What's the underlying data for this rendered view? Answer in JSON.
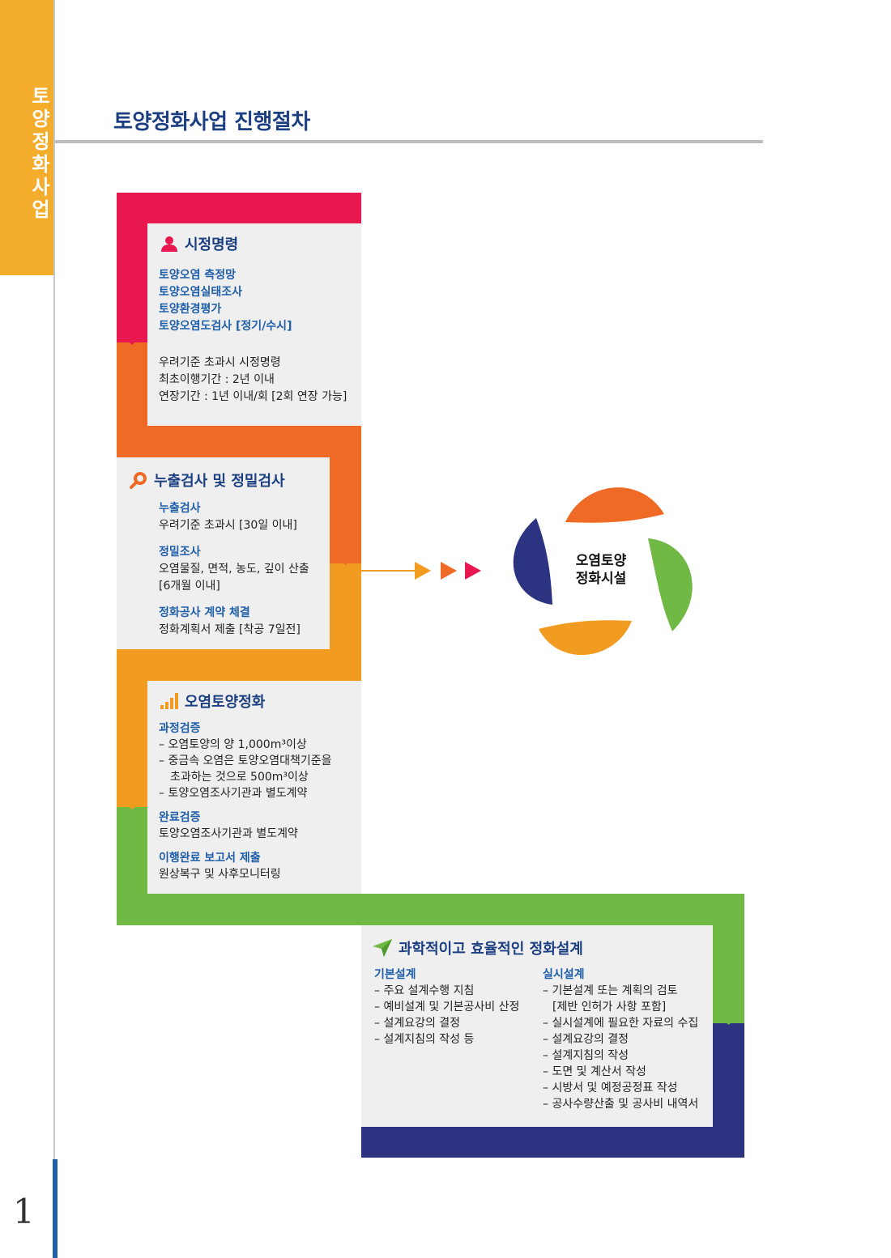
{
  "sidebar": {
    "label": "토양정화사업",
    "page_number": "1"
  },
  "page": {
    "title": "토양정화사업 진행절차"
  },
  "step1": {
    "title": "시정명령",
    "icon": "person-icon",
    "items": [
      "토양오염 측정망",
      "토양오염실태조사",
      "토양환경평가",
      "토양오염도검사 [정기/수시]"
    ],
    "details": [
      "우려기준 초과시 시정명령",
      "최초이행기간 : 2년 이내",
      "연장기간 : 1년 이내/회 [2회 연장 가능]"
    ]
  },
  "step2": {
    "title": "누출검사 및 정밀검사",
    "icon": "search-icon",
    "groups": [
      {
        "heading": "누출검사",
        "lines": [
          "우려기준 초과시 [30일 이내]"
        ]
      },
      {
        "heading": "정밀조사",
        "lines": [
          "오염물질, 면적, 농도, 깊이 산출",
          "[6개월 이내]"
        ]
      },
      {
        "heading": "정화공사 계약 체결",
        "lines": [
          "정화계획서 제출 [착공 7일전]"
        ]
      }
    ]
  },
  "step3": {
    "title": "오염토양정화",
    "icon": "bar-chart-icon",
    "groups": [
      {
        "heading": "과정검증",
        "lines": [
          "– 오염토양의 양 1,000m³이상",
          "– 중금속 오염은 토양오염대책기준을",
          "초과하는 것으로 500m³이상",
          "– 토양오염조사기관과 별도계약"
        ]
      },
      {
        "heading": "완료검증",
        "lines": [
          "토양오염조사기관과 별도계약"
        ]
      },
      {
        "heading": "이행완료 보고서 제출",
        "lines": [
          "원상복구 및 사후모니터링"
        ]
      }
    ]
  },
  "step4": {
    "title": "과학적이고 효율적인 정화설계",
    "icon": "paper-plane-icon",
    "left": {
      "heading": "기본설계",
      "lines": [
        "– 주요 설계수행 지침",
        "– 예비설계 및 기본공사비 산정",
        "– 설계요강의 결정",
        "– 설계지침의 작성 등"
      ]
    },
    "right": {
      "heading": "실시설계",
      "lines": [
        "– 기본설계 또는 계획의 검토",
        "[제반 인허가 사항 포함]",
        "– 실시설계에 필요한 자료의 수집",
        "– 설계요강의 결정",
        "– 설계지침의 작성",
        "– 도면 및 계산서 작성",
        "– 시방서 및 예정공정표 작성",
        "– 공사수량산출 및 공사비 내역서"
      ]
    }
  },
  "facility": {
    "label_line1": "오염토양",
    "label_line2": "정화시설"
  },
  "colors": {
    "pink": "#e8174f",
    "orange": "#ef6a25",
    "amber": "#f29b21",
    "green": "#6fb944",
    "navy": "#2c3482",
    "title_blue": "#1c3f82",
    "text_blue": "#1f5ea9",
    "card_bg": "#efefef"
  }
}
